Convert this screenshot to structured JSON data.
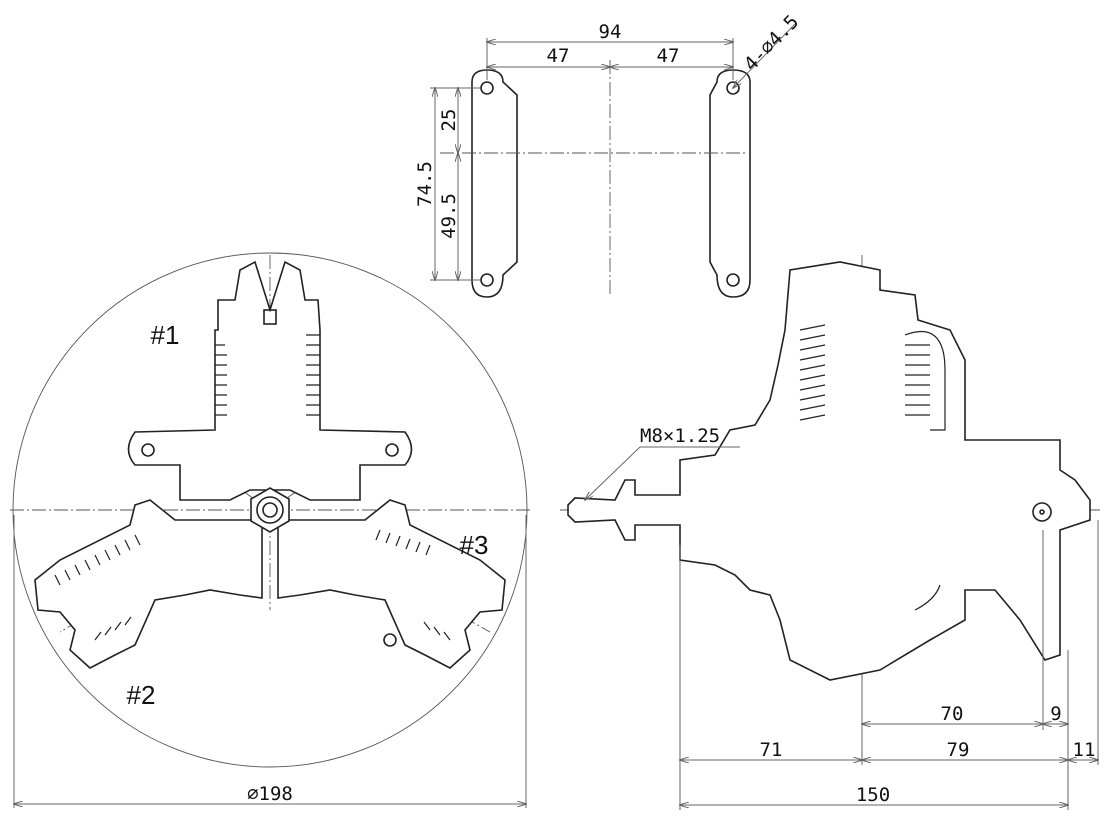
{
  "drawing": {
    "front_view": {
      "cylinder_labels": [
        "#1",
        "#2",
        "#3"
      ],
      "diameter_dim": "⌀198"
    },
    "mount_view": {
      "width_dim": "94",
      "half_left_dim": "47",
      "half_right_dim": "47",
      "hole_callout": "4-⌀4.5",
      "height_dim": "74.5",
      "upper_dim": "25",
      "lower_dim": "49.5"
    },
    "side_view": {
      "thread_callout": "M8×1.25",
      "dim_70": "70",
      "dim_9": "9",
      "dim_71": "71",
      "dim_79": "79",
      "dim_11": "11",
      "total_length_dim": "150"
    }
  }
}
